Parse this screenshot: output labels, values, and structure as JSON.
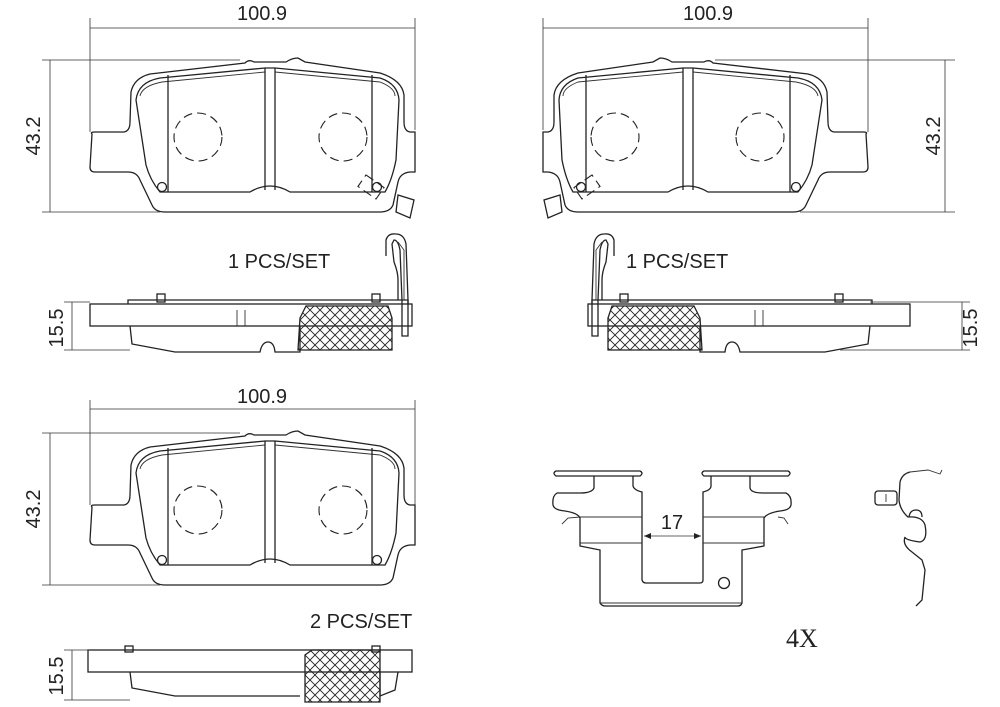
{
  "drawing": {
    "pad_width": "100.9",
    "pad_height": "43.2",
    "pad_thickness": "15.5",
    "outer_pad_qty": "1  PCS/SET",
    "inner_pad_qty": "1  PCS/SET",
    "second_pad_qty": "2  PCS/SET",
    "clip_gap": "17",
    "hardware_qty": "4X"
  },
  "colors": {
    "line": "#222222",
    "background": "#ffffff"
  }
}
